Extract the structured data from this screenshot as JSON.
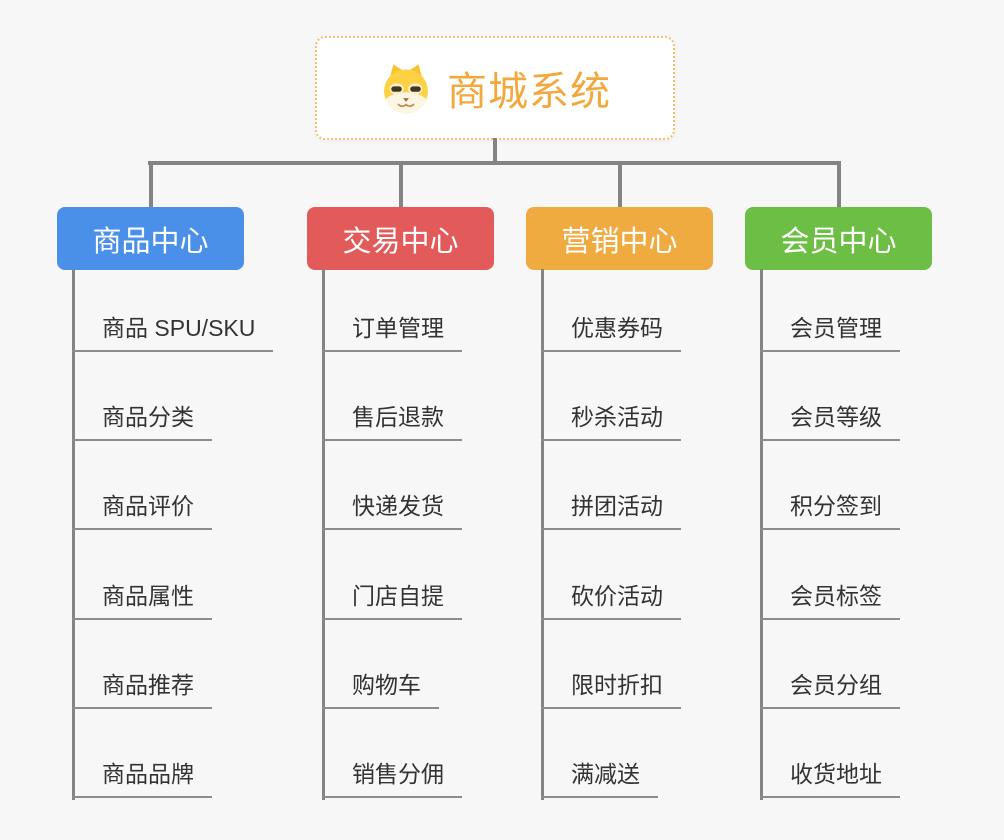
{
  "page": {
    "background": "#f7f7f7",
    "connector_color": "#848484",
    "leaf_underline_color": "#8c8c8c",
    "leaf_text_color": "#333333"
  },
  "root": {
    "title": "商城系统",
    "icon": "dog-face-icon",
    "text_color": "#f2a83c",
    "border_color": "#f6be6b",
    "background": "#ffffff"
  },
  "branches": [
    {
      "label": "商品中心",
      "color": "#4a90e8",
      "children": [
        "商品 SPU/SKU",
        "商品分类",
        "商品评价",
        "商品属性",
        "商品推荐",
        "商品品牌"
      ]
    },
    {
      "label": "交易中心",
      "color": "#e25a5a",
      "children": [
        "订单管理",
        "售后退款",
        "快递发货",
        "门店自提",
        "购物车",
        "销售分佣"
      ]
    },
    {
      "label": "营销中心",
      "color": "#efab40",
      "children": [
        "优惠券码",
        "秒杀活动",
        "拼团活动",
        "砍价活动",
        "限时折扣",
        "满减送"
      ]
    },
    {
      "label": "会员中心",
      "color": "#6dbe44",
      "children": [
        "会员管理",
        "会员等级",
        "积分签到",
        "会员标签",
        "会员分组",
        "收货地址"
      ]
    }
  ]
}
